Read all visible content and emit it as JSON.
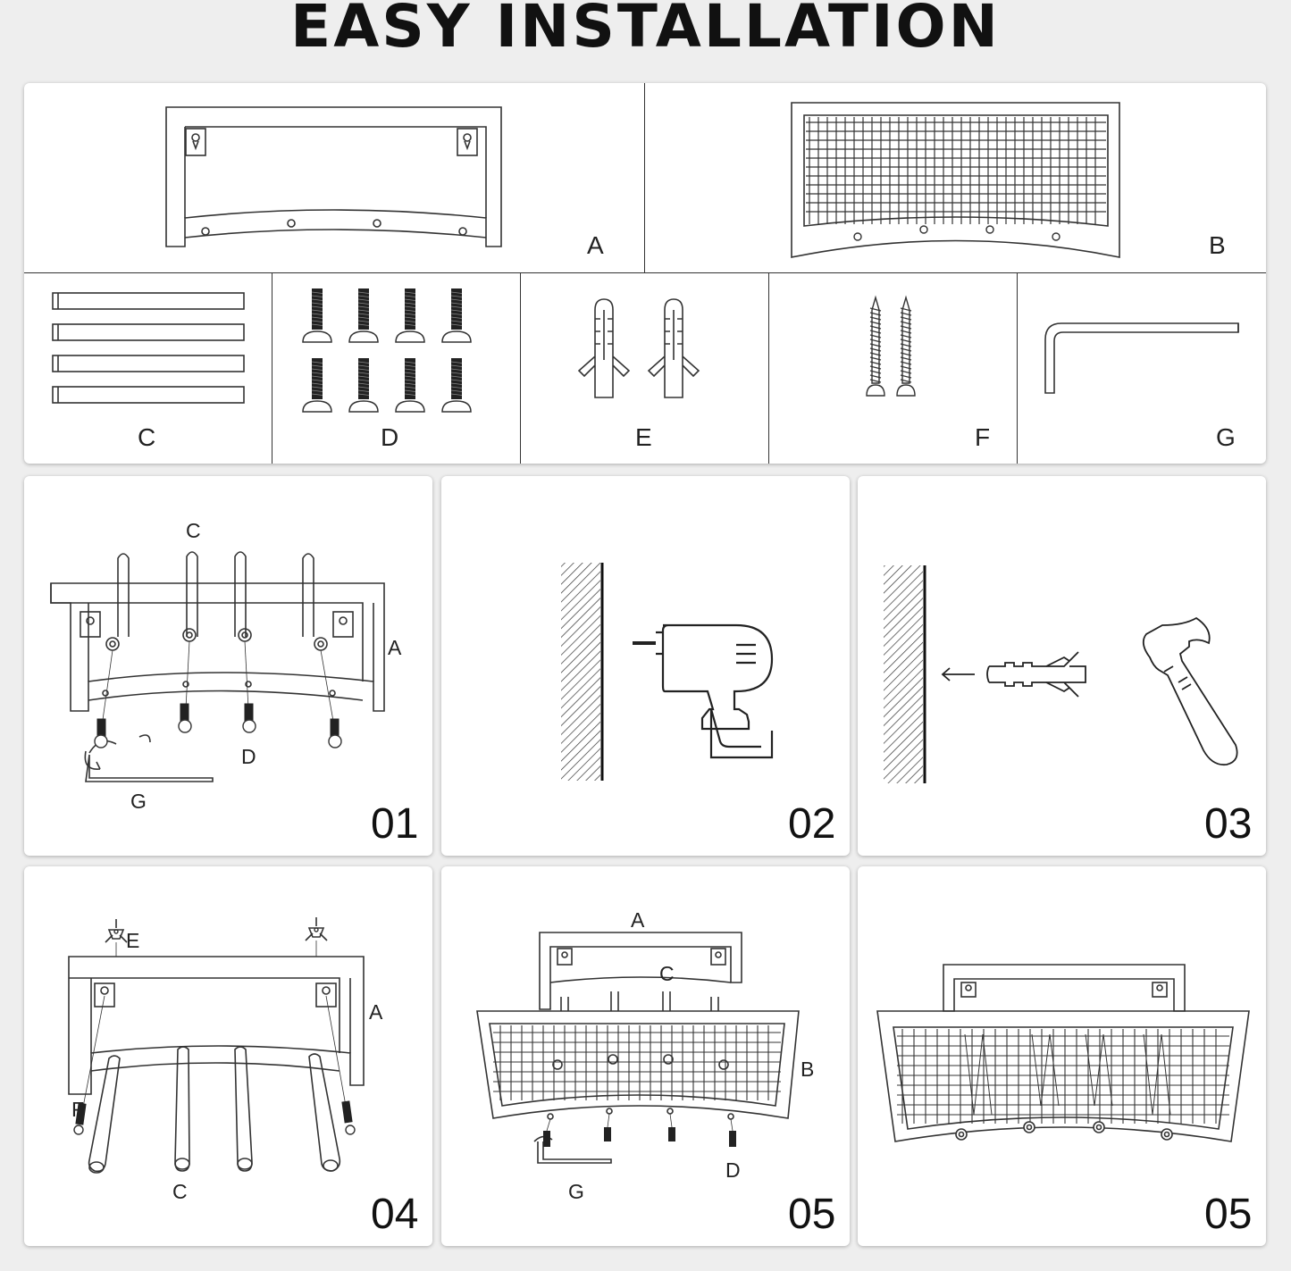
{
  "title": "EASY INSTALLATION",
  "parts": [
    {
      "id": "A",
      "label": "A"
    },
    {
      "id": "B",
      "label": "B"
    },
    {
      "id": "C",
      "label": "C"
    },
    {
      "id": "D",
      "label": "D"
    },
    {
      "id": "E",
      "label": "E"
    },
    {
      "id": "F",
      "label": "F"
    },
    {
      "id": "G",
      "label": "G"
    }
  ],
  "steps": [
    {
      "number": "01",
      "labels": [
        "C",
        "A",
        "D",
        "G"
      ]
    },
    {
      "number": "02",
      "labels": []
    },
    {
      "number": "03",
      "labels": []
    },
    {
      "number": "04",
      "labels": [
        "E",
        "A",
        "F",
        "C"
      ]
    },
    {
      "number": "05",
      "labels": [
        "A",
        "C",
        "B",
        "D",
        "G"
      ]
    },
    {
      "number": "05",
      "labels": []
    }
  ]
}
